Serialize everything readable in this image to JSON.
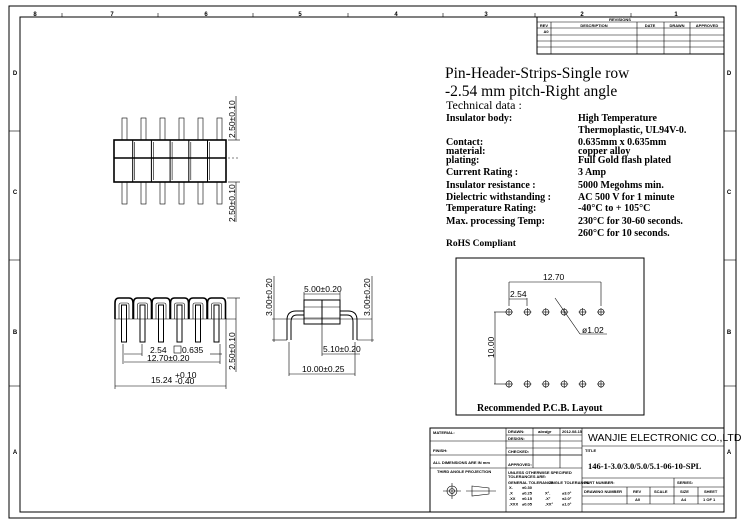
{
  "frame": {
    "col_markers": [
      "8",
      "7",
      "6",
      "5",
      "4",
      "3",
      "2",
      "1"
    ],
    "row_markers": [
      "D",
      "C",
      "B",
      "A"
    ]
  },
  "revisions": {
    "title": "REVISIONS",
    "headers": [
      "REV",
      "DESCRIPTION",
      "DATE",
      "DRAWN",
      "APPROVED"
    ],
    "rows": [
      [
        "A0",
        "",
        "",
        "",
        ""
      ],
      [
        "",
        "",
        "",
        "",
        ""
      ],
      [
        "",
        "",
        "",
        "",
        ""
      ],
      [
        "",
        "",
        "",
        "",
        ""
      ]
    ]
  },
  "spec": {
    "title_line1": "Pin-Header-Strips-Single row",
    "title_line2": "-2.54 mm pitch-Right angle",
    "section_title": "Technical data :",
    "rows": [
      {
        "label": "Insulator body:",
        "value": "High Temperature"
      },
      {
        "label": "",
        "value": "Thermoplastic, UL94V-0."
      },
      {
        "label": "Contact:",
        "value": "0.635mm x 0.635mm"
      },
      {
        "label": "material:",
        "value": "copper alloy"
      },
      {
        "label": "plating:",
        "value": "Full Gold flash plated"
      },
      {
        "label": "Current Rating :",
        "value": "3  Amp"
      },
      {
        "label": "Insulator resistance :",
        "value": "5000 Megohms min."
      },
      {
        "label": "Dielectric withstanding :",
        "value": "AC 500 V for 1 minute"
      },
      {
        "label": "Temperature Rating:",
        "value": "-40°C to + 105°C"
      },
      {
        "label": "Max. processing Temp:",
        "value": "230°C for 30-60 seconds."
      },
      {
        "label": "",
        "value": "260°C for 10 seconds."
      }
    ],
    "rohs": "RoHS Compliant"
  },
  "top_view": {
    "dim_upper": "2.50±0.10",
    "dim_lower": "2.50±0.10",
    "pin_count": 6
  },
  "front_view": {
    "dim_pitch": "2.54",
    "dim_pin_size": "□0.635",
    "dim_span": "12.70±0.20",
    "dim_overall": "15.24",
    "dim_overall_tol_upper": "+0.10",
    "dim_overall_tol_lower": "-0.40",
    "dim_height": "2.50±0.10"
  },
  "side_view": {
    "dim_body": "5.00±0.20",
    "dim_left_height": "3.00±0.20",
    "dim_right_height": "3.00±0.20",
    "dim_offset": "5.10±0.20",
    "dim_length": "10.00±0.25"
  },
  "pcb_layout": {
    "dim_span": "12.70",
    "dim_pitch": "2.54",
    "dim_row_spacing": "10.00",
    "dim_hole": "ø1.02",
    "caption": "Recommended P.C.B. Layout",
    "holes_per_row": 6
  },
  "title_block": {
    "material_label": "MATERIAL:",
    "finish_label": "FINISH:",
    "dimensions_note": "ALL DIMENSIONS ARE IN mm",
    "projection_label": "THIRD ANGLE PROJECTION",
    "drawn_label": "DRAWN:",
    "drawn_value": "abcdgr",
    "drawn_date": "2012.08.15",
    "design_label": "DESIGN:",
    "checked_label": "CHECKED:",
    "approved_label": "APPROVED:",
    "tolerance_header_1": "UNLESS OTHERWISE SPECIFIED",
    "tolerance_header_2": "TOLERANCES ARE:",
    "tolerance_general": "GENERAL TOLERANCE",
    "tolerance_angle": "ANGLE TOLERANCE",
    "tolerances": [
      {
        "lin": "X.",
        "lin_val": "±0.30",
        "ang": "",
        "ang_val": ""
      },
      {
        "lin": ".X",
        "lin_val": "±0.25",
        "ang": "X°.",
        "ang_val": "±3.0°"
      },
      {
        "lin": ".XX",
        "lin_val": "±0.15",
        "ang": ".X°",
        "ang_val": "±2.0°"
      },
      {
        "lin": ".XXX",
        "lin_val": "±0.05",
        "ang": ".XX°",
        "ang_val": "±1.0°"
      }
    ],
    "company": "WANJIE ELECTRONIC CO.,LTD",
    "title_label": "TITLE",
    "part_title": "146-1-3.0/3.0/5.0/5.1-06-10-SPL",
    "part_number_label": "PART NUMBER:",
    "series_label": "SERIES:",
    "drawing_number_label": "DRAWING NUMBER",
    "rev_label": "REV",
    "scale_label": "SCALE",
    "size_label": "SIZE",
    "sheet_label": "SHEET",
    "rev_value": "A0",
    "scale_value": "",
    "size_value": "A4",
    "sheet_value": "1 OF 1"
  }
}
